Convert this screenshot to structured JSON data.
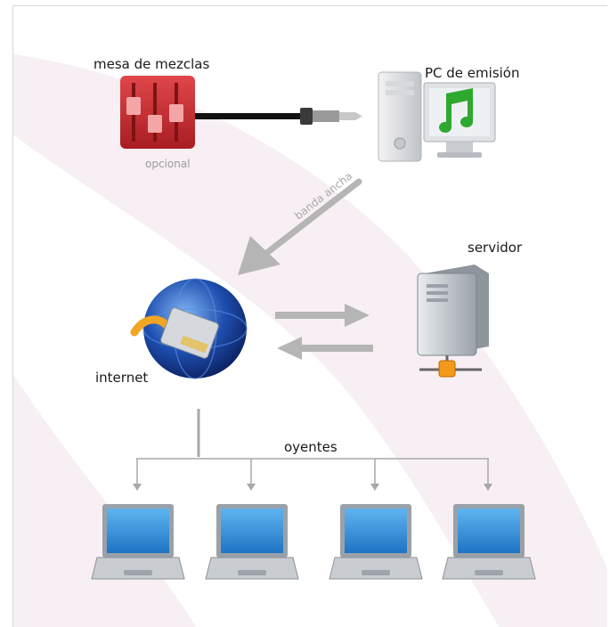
{
  "labels": {
    "mixer": "mesa de mezclas",
    "optional": "opcional",
    "pc": "PC de emisión",
    "broadband": "banda ancha",
    "server": "servidor",
    "internet": "internet",
    "listeners": "oyentes"
  },
  "colors": {
    "mixer": "#c6262b",
    "arrow": "#b5b5b5",
    "connector_line": "#9a9a9a",
    "background_swoosh": "#f6eef3",
    "laptop_screen": "#2f8fd8"
  },
  "icons": {
    "mixer": "mixing-console-icon",
    "pc": "desktop-pc-music-icon",
    "server": "server-tower-icon",
    "internet": "globe-network-cable-icon",
    "listener": "laptop-icon"
  },
  "listener_count": 4
}
